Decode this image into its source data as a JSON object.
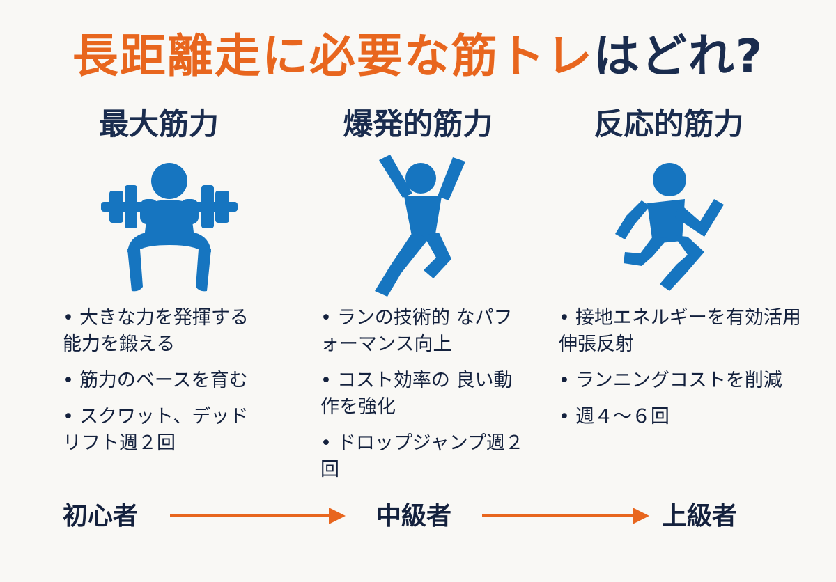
{
  "title": {
    "part1": "長距離走に必要な筋トレ",
    "part2": "はどれ?"
  },
  "columns": [
    {
      "heading": "最大筋力",
      "icon": "squat-barbell-icon",
      "bullets": [
        "大きな力を発揮する能力を鍛える",
        "筋力のベースを育む",
        "スクワット、デッドリフト週２回"
      ]
    },
    {
      "heading": "爆発的筋力",
      "icon": "jumping-person-icon",
      "bullets": [
        "ランの技術的 なパフォーマンス向上",
        "コスト効率の 良い動作を強化",
        "ドロップジャンプ週２回"
      ]
    },
    {
      "heading": "反応的筋力",
      "icon": "running-person-icon",
      "bullets": [
        "接地エネルギーを有効活用　伸張反射",
        "ランニングコストを削減",
        "週４〜６回"
      ]
    }
  ],
  "levels": [
    "初心者",
    "中級者",
    "上級者"
  ],
  "colors": {
    "accent_orange": "#e8661e",
    "navy_text": "#1a2c4e",
    "icon_blue": "#1675c0",
    "background": "#f9f8f5"
  }
}
